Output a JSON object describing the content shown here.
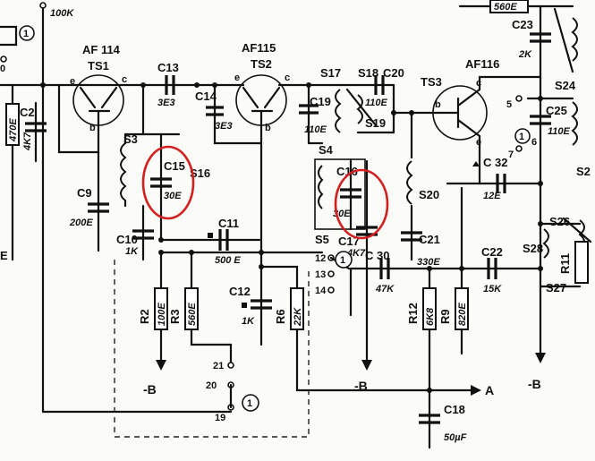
{
  "transistors": {
    "ts1": {
      "name": "TS1",
      "type": "AF 114"
    },
    "ts2": {
      "name": "TS2",
      "type": "AF115"
    },
    "ts3": {
      "name": "TS3",
      "type": "AF116"
    }
  },
  "pins": {
    "e": "e",
    "b": "b",
    "c": "c"
  },
  "capacitors": {
    "c2": {
      "name": "C2",
      "value": "4K7"
    },
    "c9": {
      "name": "C9",
      "value": "200E"
    },
    "c10": {
      "name": "C10",
      "value": "1K"
    },
    "c11": {
      "name": "C11",
      "value": "500 E"
    },
    "c12": {
      "name": "C12",
      "value": "1K"
    },
    "c13": {
      "name": "C13",
      "value": "3E3"
    },
    "c14": {
      "name": "C14",
      "value": "3E3"
    },
    "c15": {
      "name": "C15",
      "value": "30E"
    },
    "c16": {
      "name": "C16",
      "value": "30E"
    },
    "c17": {
      "name": "C17",
      "value": "4K7"
    },
    "c18": {
      "name": "C18",
      "value": "50µF"
    },
    "c19": {
      "name": "C19",
      "value": "110E"
    },
    "c20": {
      "name": "C20"
    },
    "c21": {
      "name": "C21",
      "value": "330E"
    },
    "c22": {
      "name": "C22",
      "value": "15K"
    },
    "c23": {
      "name": "C23",
      "value": "2K"
    },
    "c25": {
      "name": "C25",
      "value": "110E"
    },
    "c30": {
      "name": "C 30",
      "value": "47K"
    },
    "c32": {
      "name": "C 32",
      "value": "12E"
    }
  },
  "resistors": {
    "r2": {
      "name": "R2",
      "value": "100E"
    },
    "r3": {
      "name": "R3",
      "value": "560E"
    },
    "r6": {
      "name": "R6",
      "value": "22K"
    },
    "r9": {
      "name": "R9",
      "value": "820E"
    },
    "r11": {
      "name": "R11"
    },
    "r12": {
      "name": "R12",
      "value": "6K8"
    },
    "top_right": {
      "value": "560E"
    },
    "top_left": {
      "value": "100K"
    },
    "left_470": {
      "value": "470E"
    }
  },
  "switches": {
    "s3": "S3",
    "s4": "S4",
    "s5": "S5",
    "s16": "S16",
    "s17": "S17",
    "s18": "S18",
    "s19": "S19",
    "s20": "S20",
    "s24": "S24",
    "s26": "S26",
    "s27": "S27",
    "s28": "S28",
    "s2": "S2"
  },
  "terminals": {
    "t5": "5",
    "t6": "6",
    "t7": "7",
    "t12": "12",
    "t13": "13",
    "t14": "14",
    "t19": "19",
    "t20": "20",
    "t21": "21",
    "t0": "0",
    "t1": "1"
  },
  "rails": {
    "minus_b": "-B",
    "out_a": "A",
    "left_e": "E"
  },
  "highlights": [
    "C15 / S16",
    "C16 / C17"
  ]
}
